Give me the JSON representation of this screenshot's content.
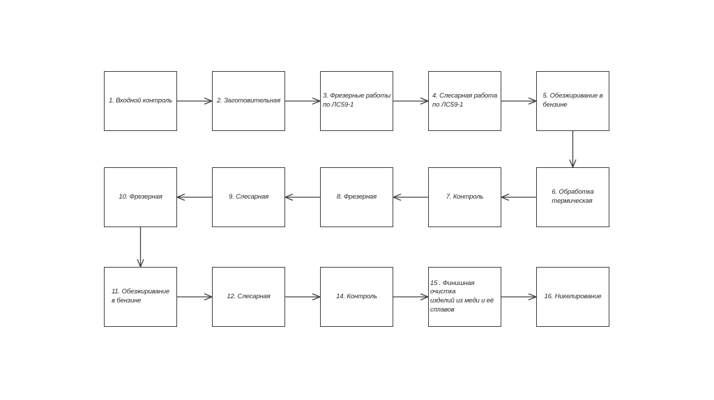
{
  "diagram": {
    "type": "flowchart",
    "colors": {
      "line": "#3f3f3f",
      "text": "#262626",
      "box_bg": "#ffffff",
      "page_bg": "#ffffff"
    },
    "nodes": [
      {
        "id": 1,
        "label": "1. Входной контроль",
        "row": 0,
        "col": 0
      },
      {
        "id": 2,
        "label": "2. Заготовительная",
        "row": 0,
        "col": 1
      },
      {
        "id": 3,
        "label": "3. Фрезерные работы\nпо ЛС59-1",
        "row": 0,
        "col": 2
      },
      {
        "id": 4,
        "label": "4. Слесарная работа\nпо ЛС59-1",
        "row": 0,
        "col": 3
      },
      {
        "id": 5,
        "label": "5. Обезжиривание в\nбензине",
        "row": 0,
        "col": 4
      },
      {
        "id": 6,
        "label": "6. Обработка\nтермическая",
        "row": 1,
        "col": 4
      },
      {
        "id": 7,
        "label": "7. Контроль",
        "row": 1,
        "col": 3
      },
      {
        "id": 8,
        "label": "8. Фрезерная",
        "row": 1,
        "col": 2
      },
      {
        "id": 9,
        "label": "9. Слесарная",
        "row": 1,
        "col": 1
      },
      {
        "id": 10,
        "label": "10. Фрезерная",
        "row": 1,
        "col": 0
      },
      {
        "id": 11,
        "label": "11. Обезжиривание\nв бензине",
        "row": 2,
        "col": 0
      },
      {
        "id": 12,
        "label": "12. Слесарная",
        "row": 2,
        "col": 1
      },
      {
        "id": 14,
        "label": "14. Контроль",
        "row": 2,
        "col": 2
      },
      {
        "id": 15,
        "label": "15 . Финишная очистка\nизделий из меди и её\nсплавов",
        "row": 2,
        "col": 3
      },
      {
        "id": 16,
        "label": "16. Никелирование",
        "row": 2,
        "col": 4
      }
    ],
    "edges": [
      {
        "from": 1,
        "to": 2
      },
      {
        "from": 2,
        "to": 3
      },
      {
        "from": 3,
        "to": 4
      },
      {
        "from": 4,
        "to": 5
      },
      {
        "from": 5,
        "to": 6
      },
      {
        "from": 6,
        "to": 7
      },
      {
        "from": 7,
        "to": 8
      },
      {
        "from": 8,
        "to": 9
      },
      {
        "from": 9,
        "to": 10
      },
      {
        "from": 10,
        "to": 11
      },
      {
        "from": 11,
        "to": 12
      },
      {
        "from": 12,
        "to": 14
      },
      {
        "from": 14,
        "to": 15
      },
      {
        "from": 15,
        "to": 16
      }
    ]
  }
}
